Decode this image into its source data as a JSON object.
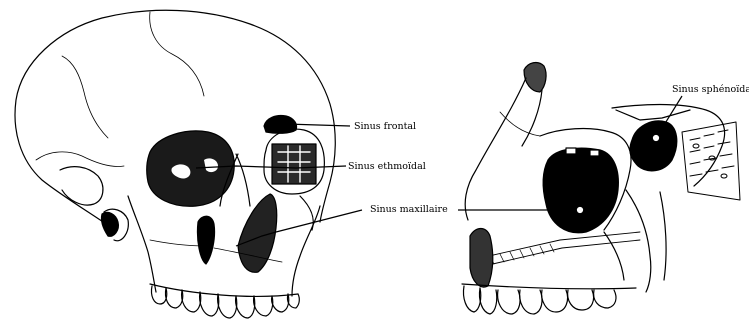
{
  "labels": {
    "sinus_frontal": "Sinus frontal",
    "sinus_ethmoidal": "Sinus ethmoïdal",
    "sinus_maxillaire": "Sinus maxillaire",
    "sinus_sphenoidal": "Sinus sphénoïdal"
  },
  "colors": {
    "ink": "#000000",
    "paper": "#ffffff"
  }
}
